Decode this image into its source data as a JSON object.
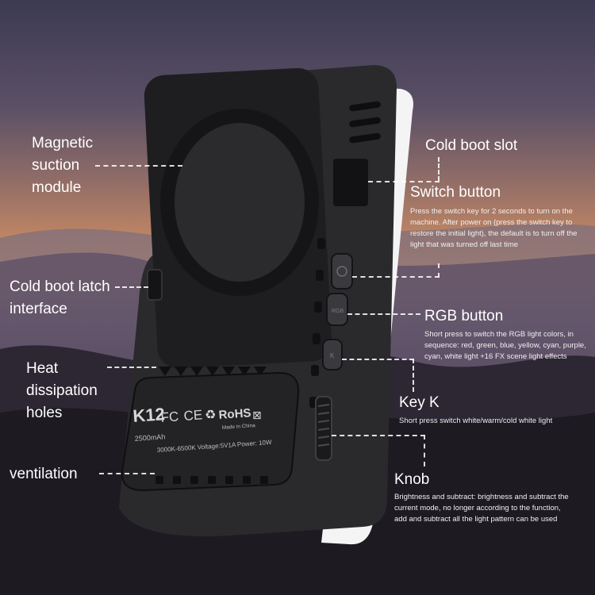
{
  "labels": {
    "magnetic": "Magnetic\nsuction\nmodule",
    "latch": "Cold boot latch\ninterface",
    "heat": "Heat\ndissipation\nholes",
    "ventilation": "ventilation"
  },
  "cold_boot_slot": {
    "title": "Cold boot slot"
  },
  "switch_button": {
    "title": "Switch button",
    "desc": "Press the switch key for 2 seconds to turn on the machine. After power on (press the switch key to restore the initial light), the default is to turn off the light that was turned off last time"
  },
  "rgb_button": {
    "title": "RGB button",
    "desc": "Short press to switch the RGB light colors, in sequence: red, green, blue, yellow, cyan, purple, cyan, white light +16 FX scene light effects"
  },
  "key_k": {
    "title": "Key K",
    "desc": "Short press switch white/warm/cold white light"
  },
  "knob": {
    "title": "Knob",
    "desc": "Brightness and subtract: brightness and subtract the current mode, no longer according to the function, add and subtract all the light pattern can be used"
  },
  "product_label": {
    "model": "K12",
    "battery": "2500mAh",
    "fc": "FC",
    "ce": "CE",
    "rohs": "RoHS",
    "made_in": "Made in China",
    "specs": "3000K-6500K Voltage:5V1A Power: 10W"
  },
  "button_marks": {
    "rgb": "RGB",
    "k": "K"
  },
  "colors": {
    "text": "#ffffff",
    "device_body": "#2a2a2d",
    "device_dark": "#1b1b1d",
    "light_panel": "#f4f4f4"
  }
}
